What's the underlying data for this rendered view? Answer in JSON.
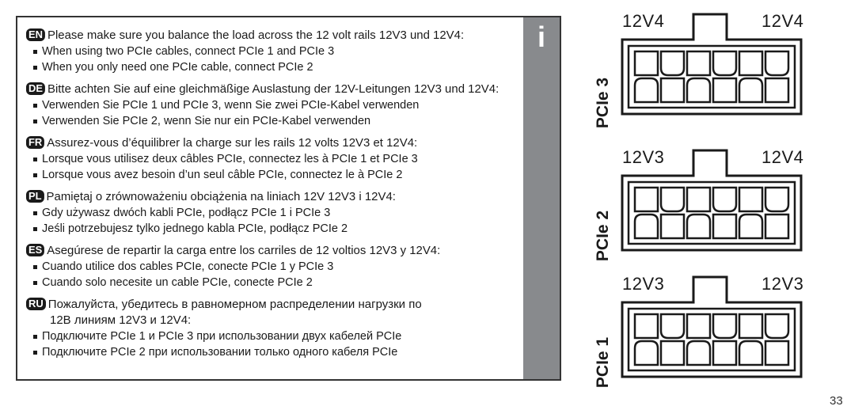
{
  "info_icon": "i",
  "sections": [
    {
      "lang": "EN",
      "heading": "Please make sure you balance the load across the 12 volt rails 12V3 und 12V4:",
      "bullets": [
        "When using two PCIe cables, connect PCIe 1 and PCIe 3",
        "When you only need one PCIe cable, connect PCIe 2"
      ]
    },
    {
      "lang": "DE",
      "heading": "Bitte achten Sie auf eine gleichmäßige Auslastung der 12V-Leitungen 12V3 und 12V4:",
      "bullets": [
        "Verwenden Sie PCIe 1 und PCIe 3, wenn Sie zwei PCIe-Kabel verwenden",
        "Verwenden Sie PCIe 2, wenn Sie nur ein PCIe-Kabel verwenden"
      ]
    },
    {
      "lang": "FR",
      "heading": "Assurez-vous d’équilibrer la charge sur les rails 12 volts 12V3 et 12V4:",
      "bullets": [
        "Lorsque vous utilisez deux câbles PCIe, connectez les à PCIe 1 et PCIe 3",
        "Lorsque vous avez besoin d’un seul câble PCIe, connectez le à PCIe 2"
      ]
    },
    {
      "lang": "PL",
      "heading": "Pamiętaj o zrównoważeniu obciążenia na liniach 12V 12V3 i 12V4:",
      "bullets": [
        "Gdy używasz dwóch kabli PCIe, podłącz PCIe 1 i PCIe 3",
        "Jeśli potrzebujesz tylko jednego kabla PCIe, podłącz PCIe 2"
      ]
    },
    {
      "lang": "ES",
      "heading": "Asegúrese de repartir la carga entre los carriles de 12 voltios 12V3 y 12V4:",
      "bullets": [
        "Cuando utilice dos cables PCIe, conecte PCIe 1 y PCIe 3",
        "Cuando solo necesite un cable PCIe, conecte PCIe 2"
      ]
    }
  ],
  "ru_section": {
    "lang": "RU",
    "heading_line1": "Пожалуйста, убедитесь в равномерном распределении нагрузки по",
    "heading_line2": "12В линиям 12V3 и 12V4:",
    "bullets": [
      "Подключите PCIe 1 и PCIe 3 при использовании двух кабелей PCIe",
      "Подключите PCIe 2 при использовании только одного кабеля PCIe"
    ]
  },
  "connectors": [
    {
      "name": "PCIe 3",
      "left_rail": "12V4",
      "right_rail": "12V4"
    },
    {
      "name": "PCIe 2",
      "left_rail": "12V3",
      "right_rail": "12V4"
    },
    {
      "name": "PCIe 1",
      "left_rail": "12V3",
      "right_rail": "12V3"
    }
  ],
  "page_number": "33"
}
